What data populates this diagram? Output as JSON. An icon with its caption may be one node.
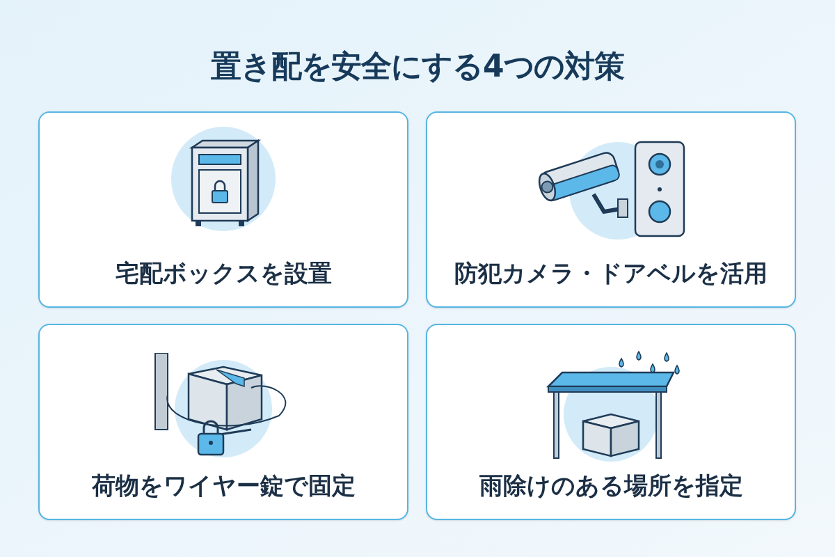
{
  "diagram": {
    "title": "置き配を安全にする4つの対策",
    "nodes": [
      {
        "text": [
          "宅配ボックスを設置"
        ]
      },
      {
        "text": [
          "防犯カメラ・ドアベルを活用"
        ]
      },
      {
        "text": [
          "荷物をワイヤー錠で固定"
        ]
      },
      {
        "text": [
          "雨除けのある場所を指定"
        ]
      }
    ]
  }
}
